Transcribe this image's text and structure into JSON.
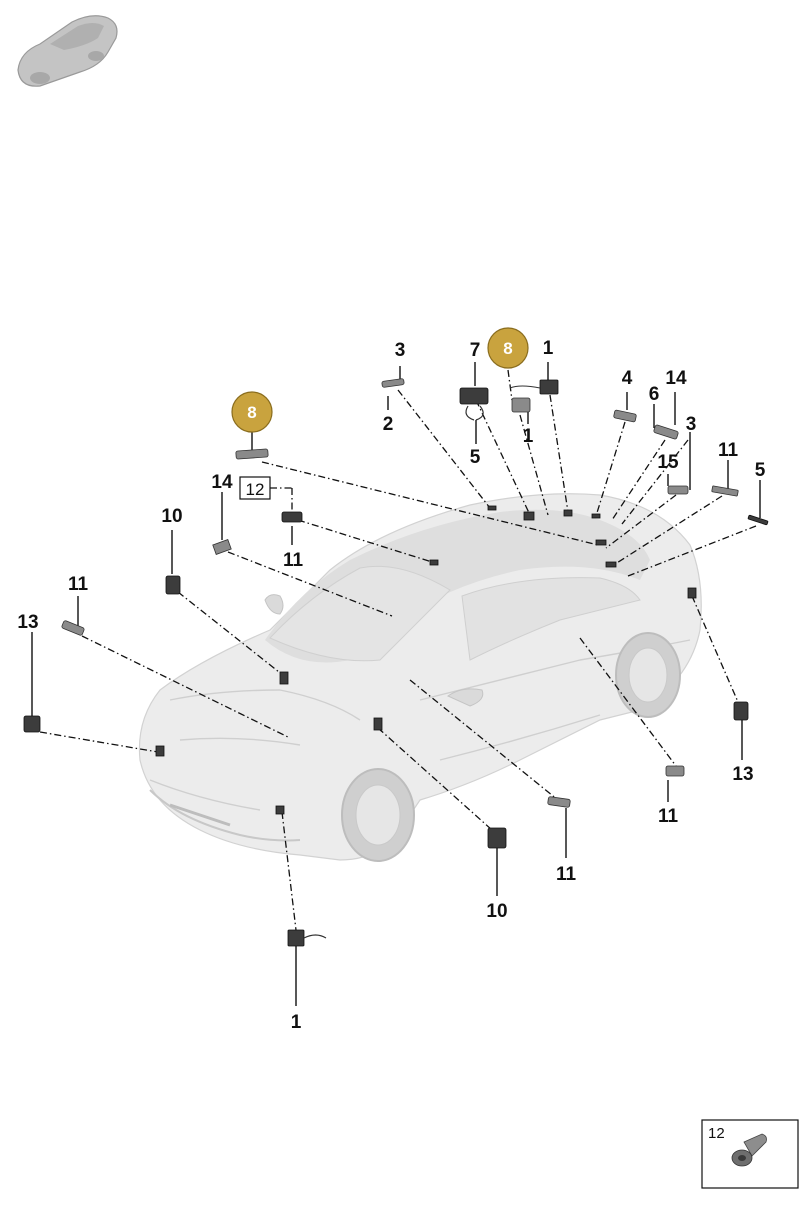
{
  "colors": {
    "highlight": "#c9a33e",
    "label": "#111111",
    "car": "#ececec"
  },
  "thumbnail": {
    "icon": "car-silhouette-icon"
  },
  "callouts": {
    "c8_left": "8",
    "c8_top": "8",
    "c3_top": "3",
    "c2": "2",
    "c7": "7",
    "c5_top": "5",
    "c1_top": "1",
    "c1_mid": "1",
    "c4": "4",
    "c14_right": "14",
    "c6": "6",
    "c3_right": "3",
    "c15": "15",
    "c11_topright": "11",
    "c5_right": "5",
    "c14_left": "14",
    "c12_box": "12",
    "c11_left": "11",
    "c10_left": "10",
    "c11_farleft": "11",
    "c13_left": "13",
    "c13_right": "13",
    "c11_right_low": "11",
    "c11_bottom_mid": "11",
    "c10_bottom": "10",
    "c1_bottom": "1"
  },
  "inset": {
    "label": "12",
    "icon": "screw-icon"
  }
}
